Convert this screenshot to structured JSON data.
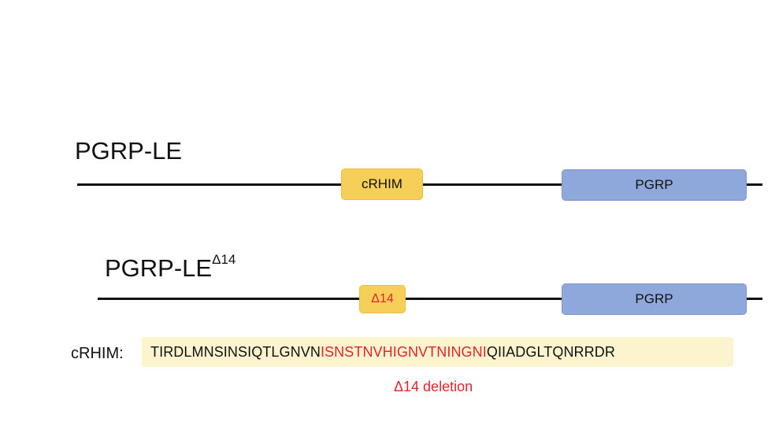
{
  "wild_type": {
    "title": "PGRP-LE",
    "crhim_label": "cRHIM",
    "pgrp_label": "PGRP"
  },
  "mutant": {
    "title": "PGRP-LE",
    "title_superscript": "Δ14",
    "deletion_label": "Δ14",
    "pgrp_label": "PGRP"
  },
  "sequence": {
    "label": "cRHIM:",
    "prefix": "TIRDLMNSINSIQTLGNVN",
    "deleted": "ISNSTNVHIGNVTNINGNI",
    "suffix": "QIIADGLTQNRRDR",
    "deletion_note": "Δ14 deletion"
  },
  "colors": {
    "crhim_fill": "#f6cf58",
    "pgrp_fill": "#8fa8db",
    "deletion_text": "#e3242b",
    "sequence_band": "#fcf4cf"
  }
}
